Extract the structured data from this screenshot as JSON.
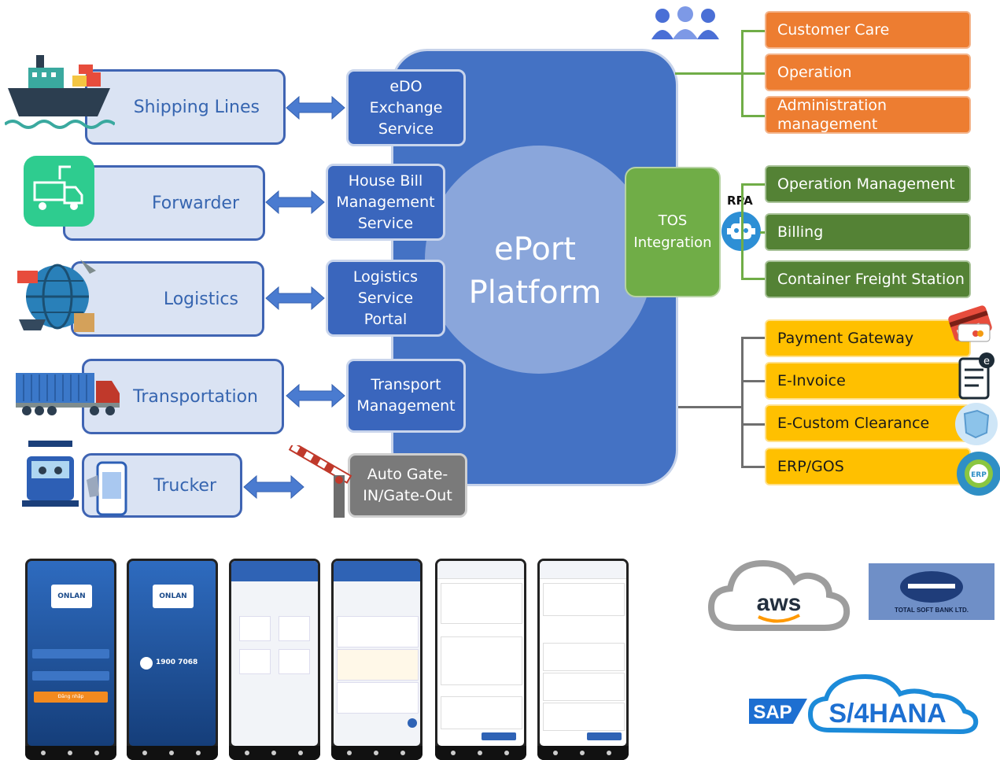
{
  "platform": {
    "title_line1": "ePort",
    "title_line2": "Platform"
  },
  "entities": [
    {
      "label": "Shipping Lines",
      "icon": "ship-icon"
    },
    {
      "label": "Forwarder",
      "icon": "forwarder-truck-icon"
    },
    {
      "label": "Logistics",
      "icon": "globe-logistics-icon"
    },
    {
      "label": "Transportation",
      "icon": "container-truck-icon"
    },
    {
      "label": "Trucker",
      "icon": "trucker-phone-icon"
    }
  ],
  "services": [
    {
      "label": "eDO\nExchange\nService"
    },
    {
      "label": "House Bill\nManagement\nService"
    },
    {
      "label": "Logistics\nService\nPortal"
    },
    {
      "label": "Transport\nManagement"
    },
    {
      "label": "Auto Gate-\nIN/Gate-Out"
    }
  ],
  "tos": {
    "label": "TOS\nIntegration",
    "rpa": "RPA"
  },
  "orange_boxes": [
    "Customer Care",
    "Operation",
    "Administration management"
  ],
  "green_boxes": [
    "Operation Management",
    "Billing",
    "Container Freight Station"
  ],
  "yellow_boxes": [
    "Payment Gateway",
    "E-Invoice",
    "E-Custom Clearance",
    "ERP/GOS"
  ],
  "logos": {
    "aws": "aws",
    "tsb": "TOTAL SOFT BANK LTD.",
    "sap": "SAP",
    "s4hana": "S/4HANA"
  },
  "phones": {
    "brand": "ONLAN",
    "hotline": "1900 7068",
    "login_button": "Đăng nhập"
  },
  "colors": {
    "platform": "#4472c4",
    "orange": "#ed7d31",
    "green": "#548235",
    "yellow": "#ffc000",
    "tos": "#70ad47"
  }
}
